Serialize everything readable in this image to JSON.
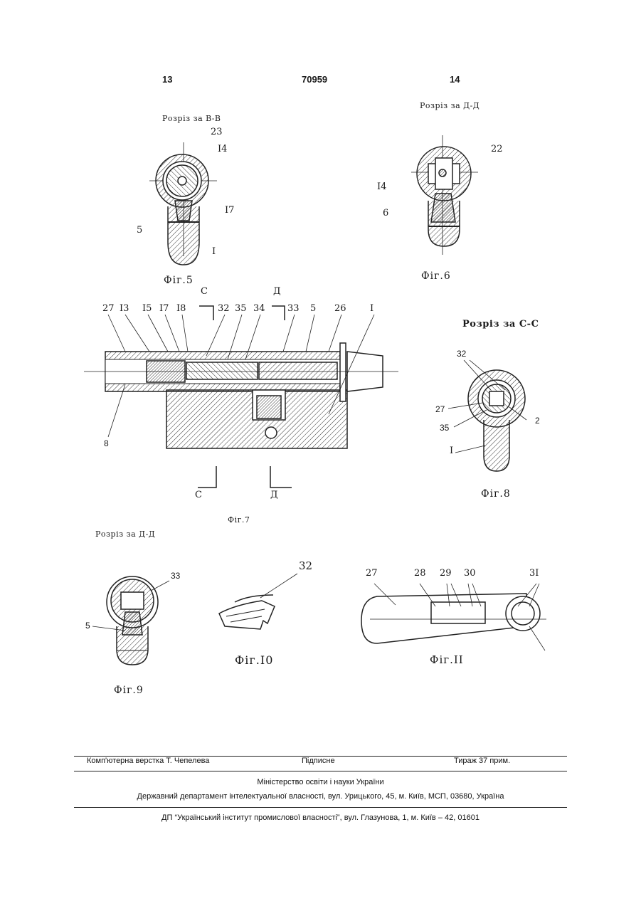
{
  "header": {
    "page_left": "13",
    "patent_number": "70959",
    "page_right": "14"
  },
  "figures": {
    "fig5": {
      "section_title": "Розріз за В-В",
      "caption": "Фіг.5",
      "labels": [
        "23",
        "I4",
        "I7",
        "5",
        "I"
      ]
    },
    "fig6": {
      "section_title": "Розріз за Д-Д",
      "caption": "Фіг.6",
      "labels": [
        "22",
        "I4",
        "6"
      ]
    },
    "fig7": {
      "caption": "Фіг.7",
      "top_labels": [
        "27",
        "I3",
        "I5",
        "I7",
        "I8",
        "32",
        "35",
        "34",
        "33",
        "5",
        "26",
        "I"
      ],
      "section_marks": [
        "С",
        "Д"
      ],
      "bottom_marks": [
        "С",
        "Д"
      ],
      "side_label": "8"
    },
    "fig8": {
      "section_title": "Розріз за С-С",
      "caption": "Фіг.8",
      "labels": [
        "32",
        "27",
        "2",
        "35",
        "I"
      ]
    },
    "fig9": {
      "section_title": "Розріз за Д-Д",
      "caption": "Фіг.9",
      "labels": [
        "33",
        "5"
      ]
    },
    "fig10": {
      "caption": "Фіг.I0",
      "labels": [
        "32"
      ]
    },
    "fig11": {
      "caption": "Фіг.II",
      "labels": [
        "27",
        "28",
        "29",
        "30",
        "3I"
      ]
    }
  },
  "footer": {
    "layout": "Комп'ютерна верстка Т. Чепелева",
    "signed": "Підписне",
    "circulation": "Тираж 37 прим.",
    "ministry": "Міністерство освіти і науки України",
    "department": "Державний департамент інтелектуальної власності, вул. Урицького, 45, м. Київ, МСП, 03680, Україна",
    "institute": "ДП “Український інститут промислової власності”, вул. Глазунова, 1, м. Київ – 42, 01601"
  }
}
